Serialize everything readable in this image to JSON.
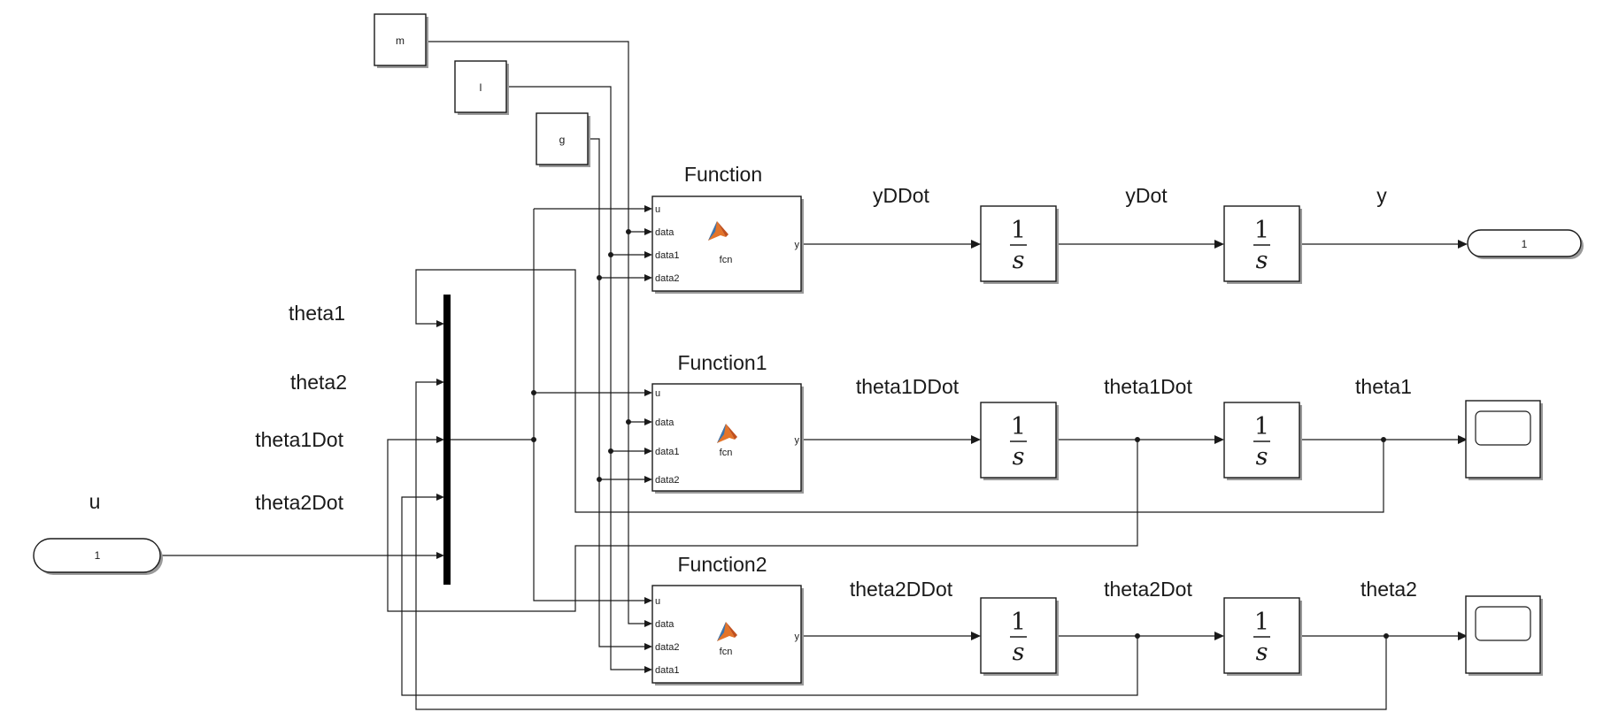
{
  "constants": {
    "m": "m",
    "l": "l",
    "g": "g"
  },
  "inports": {
    "u_value": "1",
    "u_label": "u"
  },
  "outports": {
    "y_value": "1"
  },
  "mux": {
    "inputs": [
      "theta1",
      "theta2",
      "theta1Dot",
      "theta2Dot"
    ]
  },
  "functions": [
    {
      "title": "Function",
      "name": "fcn",
      "inputs": [
        "u",
        "data",
        "data1",
        "data2"
      ],
      "output": "y"
    },
    {
      "title": "Function1",
      "name": "fcn",
      "inputs": [
        "u",
        "data",
        "data1",
        "data2"
      ],
      "output": "y"
    },
    {
      "title": "Function2",
      "name": "fcn",
      "inputs": [
        "u",
        "data",
        "data2",
        "data1"
      ],
      "output": "y"
    }
  ],
  "integrator": {
    "numerator": "1",
    "denominator": "s"
  },
  "signals": {
    "row1": [
      "yDDot",
      "yDot",
      "y"
    ],
    "row2": [
      "theta1DDot",
      "theta1Dot",
      "theta1"
    ],
    "row3": [
      "theta2DDot",
      "theta2Dot",
      "theta2"
    ]
  }
}
